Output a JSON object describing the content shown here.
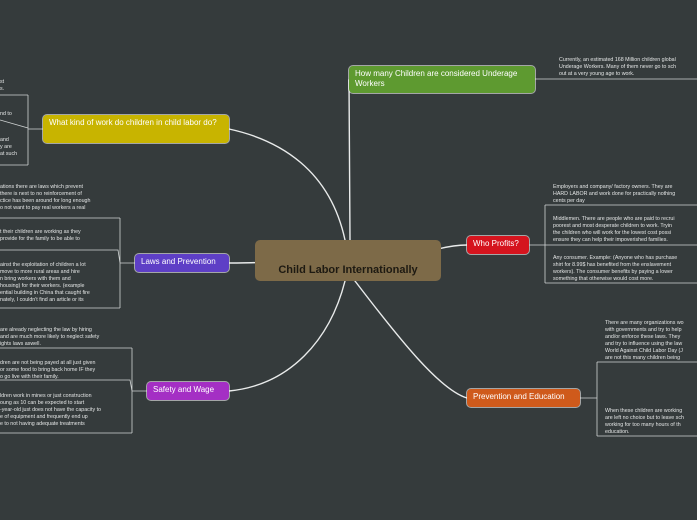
{
  "central_topic": "Child Labor Internationally",
  "colors": {
    "background": "#353b3c",
    "central": "#7d6a48",
    "yellow": "#c8b400",
    "purple": "#5e3fc6",
    "magenta": "#a42fc4",
    "green": "#5e9a30",
    "red": "#d5141e",
    "orange": "#cf5a1b"
  },
  "branches": {
    "work": "What kind of work do children in child labor do?",
    "laws": "Laws and Prevention",
    "safety": "Safety and Wage",
    "howmany": "How many Children are considered Underage Workers",
    "profits": "Who Profits?",
    "prevention": "Prevention and Education"
  },
  "notes": {
    "work_1": "st\ns.",
    "work_2": "nd to",
    "work_3": "and\ny are\nat such",
    "laws_1": "ations there are laws which prevent\nthere is next to no reinforcement of\nctice has been around for long enough\no not want to pay real workers a real",
    "laws_2": "t their children are working as they\nprovide for the family to be able to",
    "laws_3": "ainst the exploitation of children a lot\nmove to more rural areas and hire\nn bring workers with them and\nhousing) for their workers. (example\nential building in China that caught fire\nnately, I couldn't find an article or its",
    "safety_1": "are already neglecting the law by hiring\nand are much more likely to neglect safety\nights laws aswell.",
    "safety_2": "dren are not being payed at all just given\nor some food to bring back home IF they\no go live with their family.",
    "safety_3": "ldren work in mines or just construction\noung as 10 can be expected to start\n-year-old just does not have the capacity to\ne of equipment and frequently end up\ne to not having adequate treatments",
    "howmany_1": "Currently, an estimated 168 Million children global\nUnderage Workers. Many of them never go to sch\nout at a very young age to work.",
    "profits_1": "Employers and company/ factory owners. They are\nHARD LABOR and work done for practically nothing\ncents per day",
    "profits_2": "Middlemen. There are people who are paid to recrui\npoorest and most desperate children to work. Tryin\nthe children who will work for the lowest cost possi\nensure they can help their impoverished families.",
    "profits_3": "Any consumer. Example: (Anyone who has purchase\nshirt for 8.99$ has benefited from the enslavement\nworkers). The consumer benefits by paying a lower\nsomething that otherwise would cost more.",
    "prevention_1": "There are many organizations wo\nwith governments and try to help\nand/or enforce these laws. They\nand try to influence using the law\nWorld Against Child Labor Day (J\nare not this many children being",
    "prevention_2": "When these children are working\nare left no choice but to leave sch\nworking for too many hours of th\neducation."
  }
}
